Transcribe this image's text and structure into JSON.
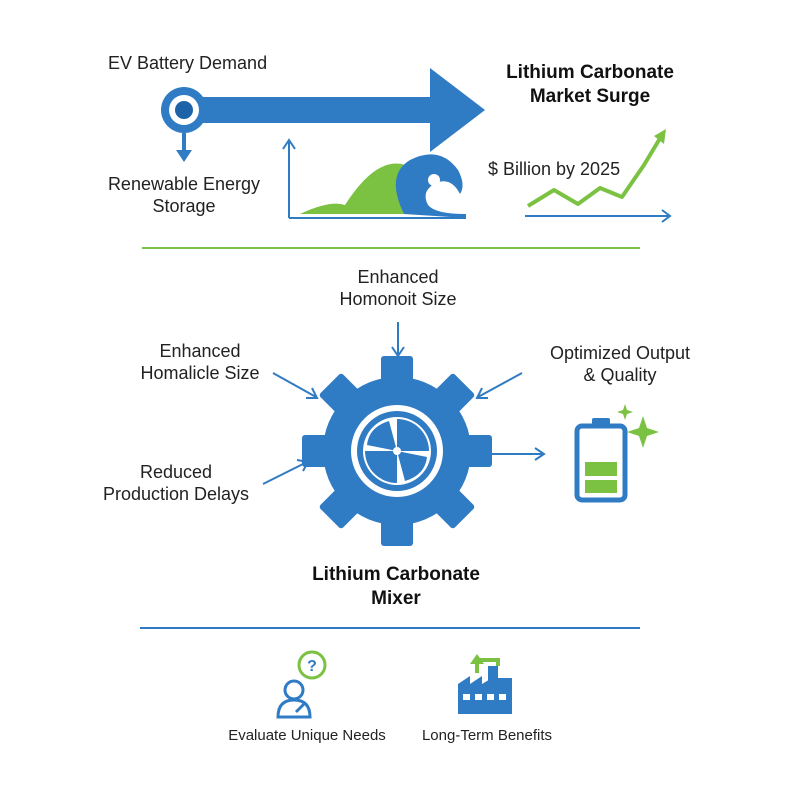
{
  "top": {
    "ev_demand": "EV Battery Demand",
    "renewable_line1": "Renewable Energy",
    "renewable_line2": "Storage",
    "market_line1": "Lithium Carbonate",
    "market_line2": "Market Surge",
    "billion": "$ Billion by 2025"
  },
  "middle": {
    "top_label_line1": "Enhanced",
    "top_label_line2": "Homonoit Size",
    "left_label_line1": "Enhanced",
    "left_label_line2": "Homalicle Size",
    "bottom_left_line1": "Reduced",
    "bottom_left_line2": "Production Delays",
    "right_label_line1": "Optimized Output",
    "right_label_line2": "& Quality",
    "mixer_line1": "Lithium Carbonate",
    "mixer_line2": "Mixer"
  },
  "bottom": {
    "evaluate": "Evaluate Unique Needs",
    "longterm": "Long-Term Benefits"
  },
  "colors": {
    "blue": "#2f7bc4",
    "green": "#7cc242",
    "dark_blue": "#1e63a8"
  }
}
